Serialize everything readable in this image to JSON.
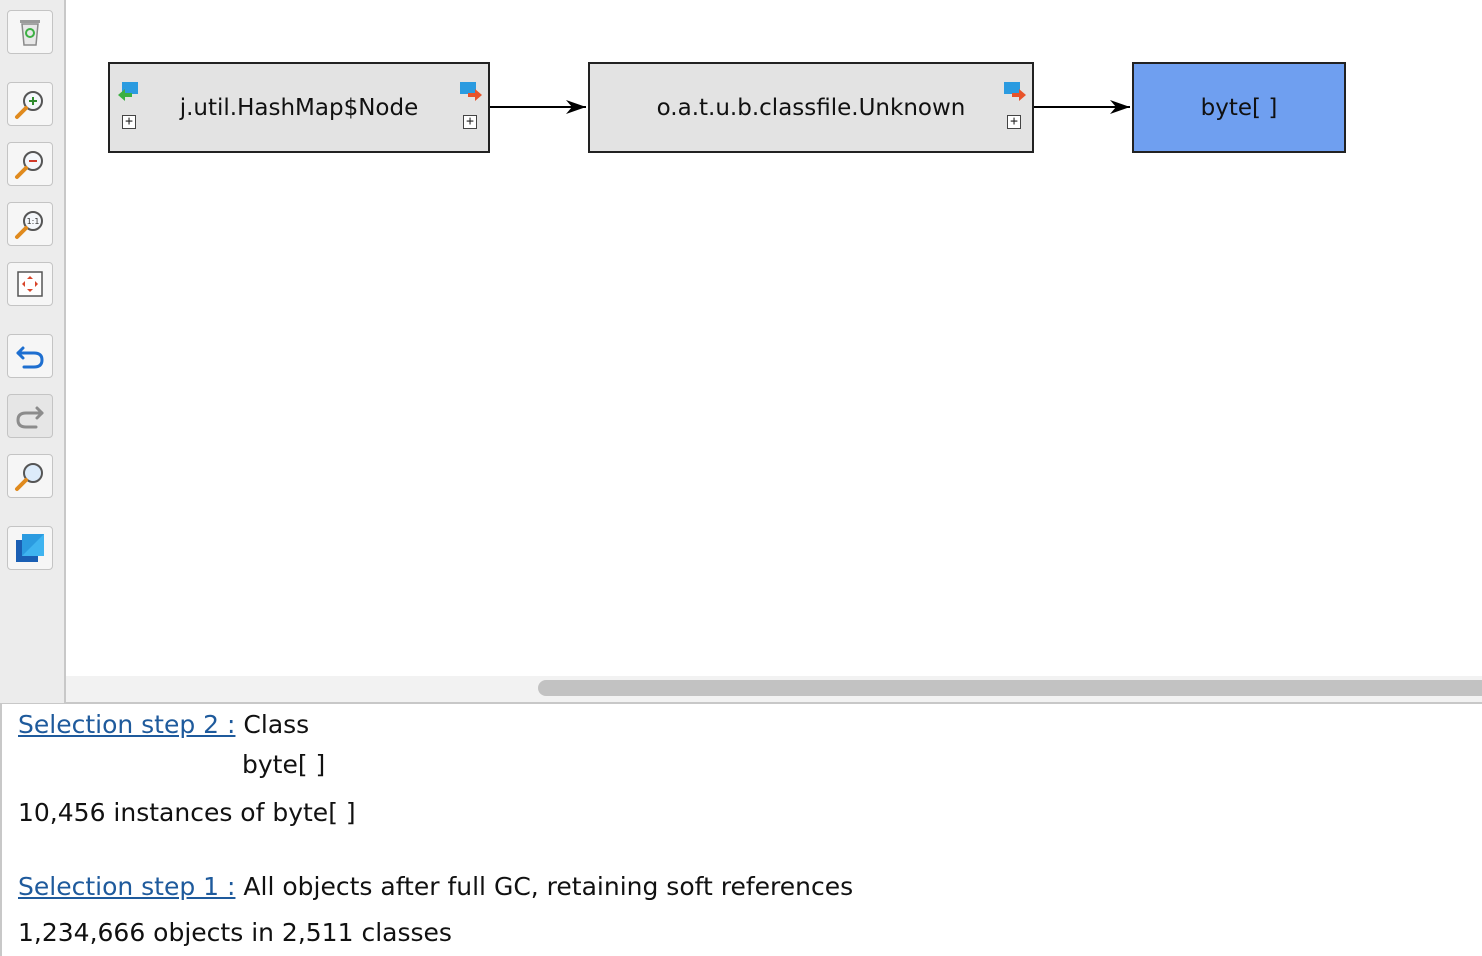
{
  "toolbar": {
    "buttons": [
      {
        "name": "trash-button",
        "icon": "trash-icon"
      },
      {
        "name": "zoom-in-button",
        "icon": "zoom-in-icon"
      },
      {
        "name": "zoom-out-button",
        "icon": "zoom-out-icon"
      },
      {
        "name": "zoom-reset-button",
        "icon": "zoom-1to1-icon",
        "icon_text": "1:1"
      },
      {
        "name": "fit-content-button",
        "icon": "fit-content-icon"
      },
      {
        "name": "undo-button",
        "icon": "undo-icon"
      },
      {
        "name": "redo-button",
        "icon": "redo-icon",
        "disabled": true
      },
      {
        "name": "search-button",
        "icon": "magnifier-icon"
      },
      {
        "name": "layout-button",
        "icon": "layout-icon"
      }
    ]
  },
  "graph": {
    "nodes": [
      {
        "label": "j.util.HashMap$Node",
        "incoming": true,
        "outgoing": true
      },
      {
        "label": "o.a.t.u.b.classfile.Unknown",
        "incoming": false,
        "outgoing": true
      },
      {
        "label": "byte[ ]",
        "selected": true
      }
    ],
    "expand_glyph": "+",
    "colors": {
      "node_fill": "#e3e3e3",
      "selected_fill": "#6f9ff0",
      "border": "#222222"
    }
  },
  "info": {
    "step2": {
      "link": "Selection step 2 :",
      "type": "Class",
      "value": "byte[ ]",
      "summary": "10,456 instances of byte[ ]"
    },
    "step1": {
      "link": "Selection step 1 :",
      "description": "All objects after full GC, retaining soft references",
      "summary": "1,234,666 objects in 2,511 classes"
    }
  }
}
